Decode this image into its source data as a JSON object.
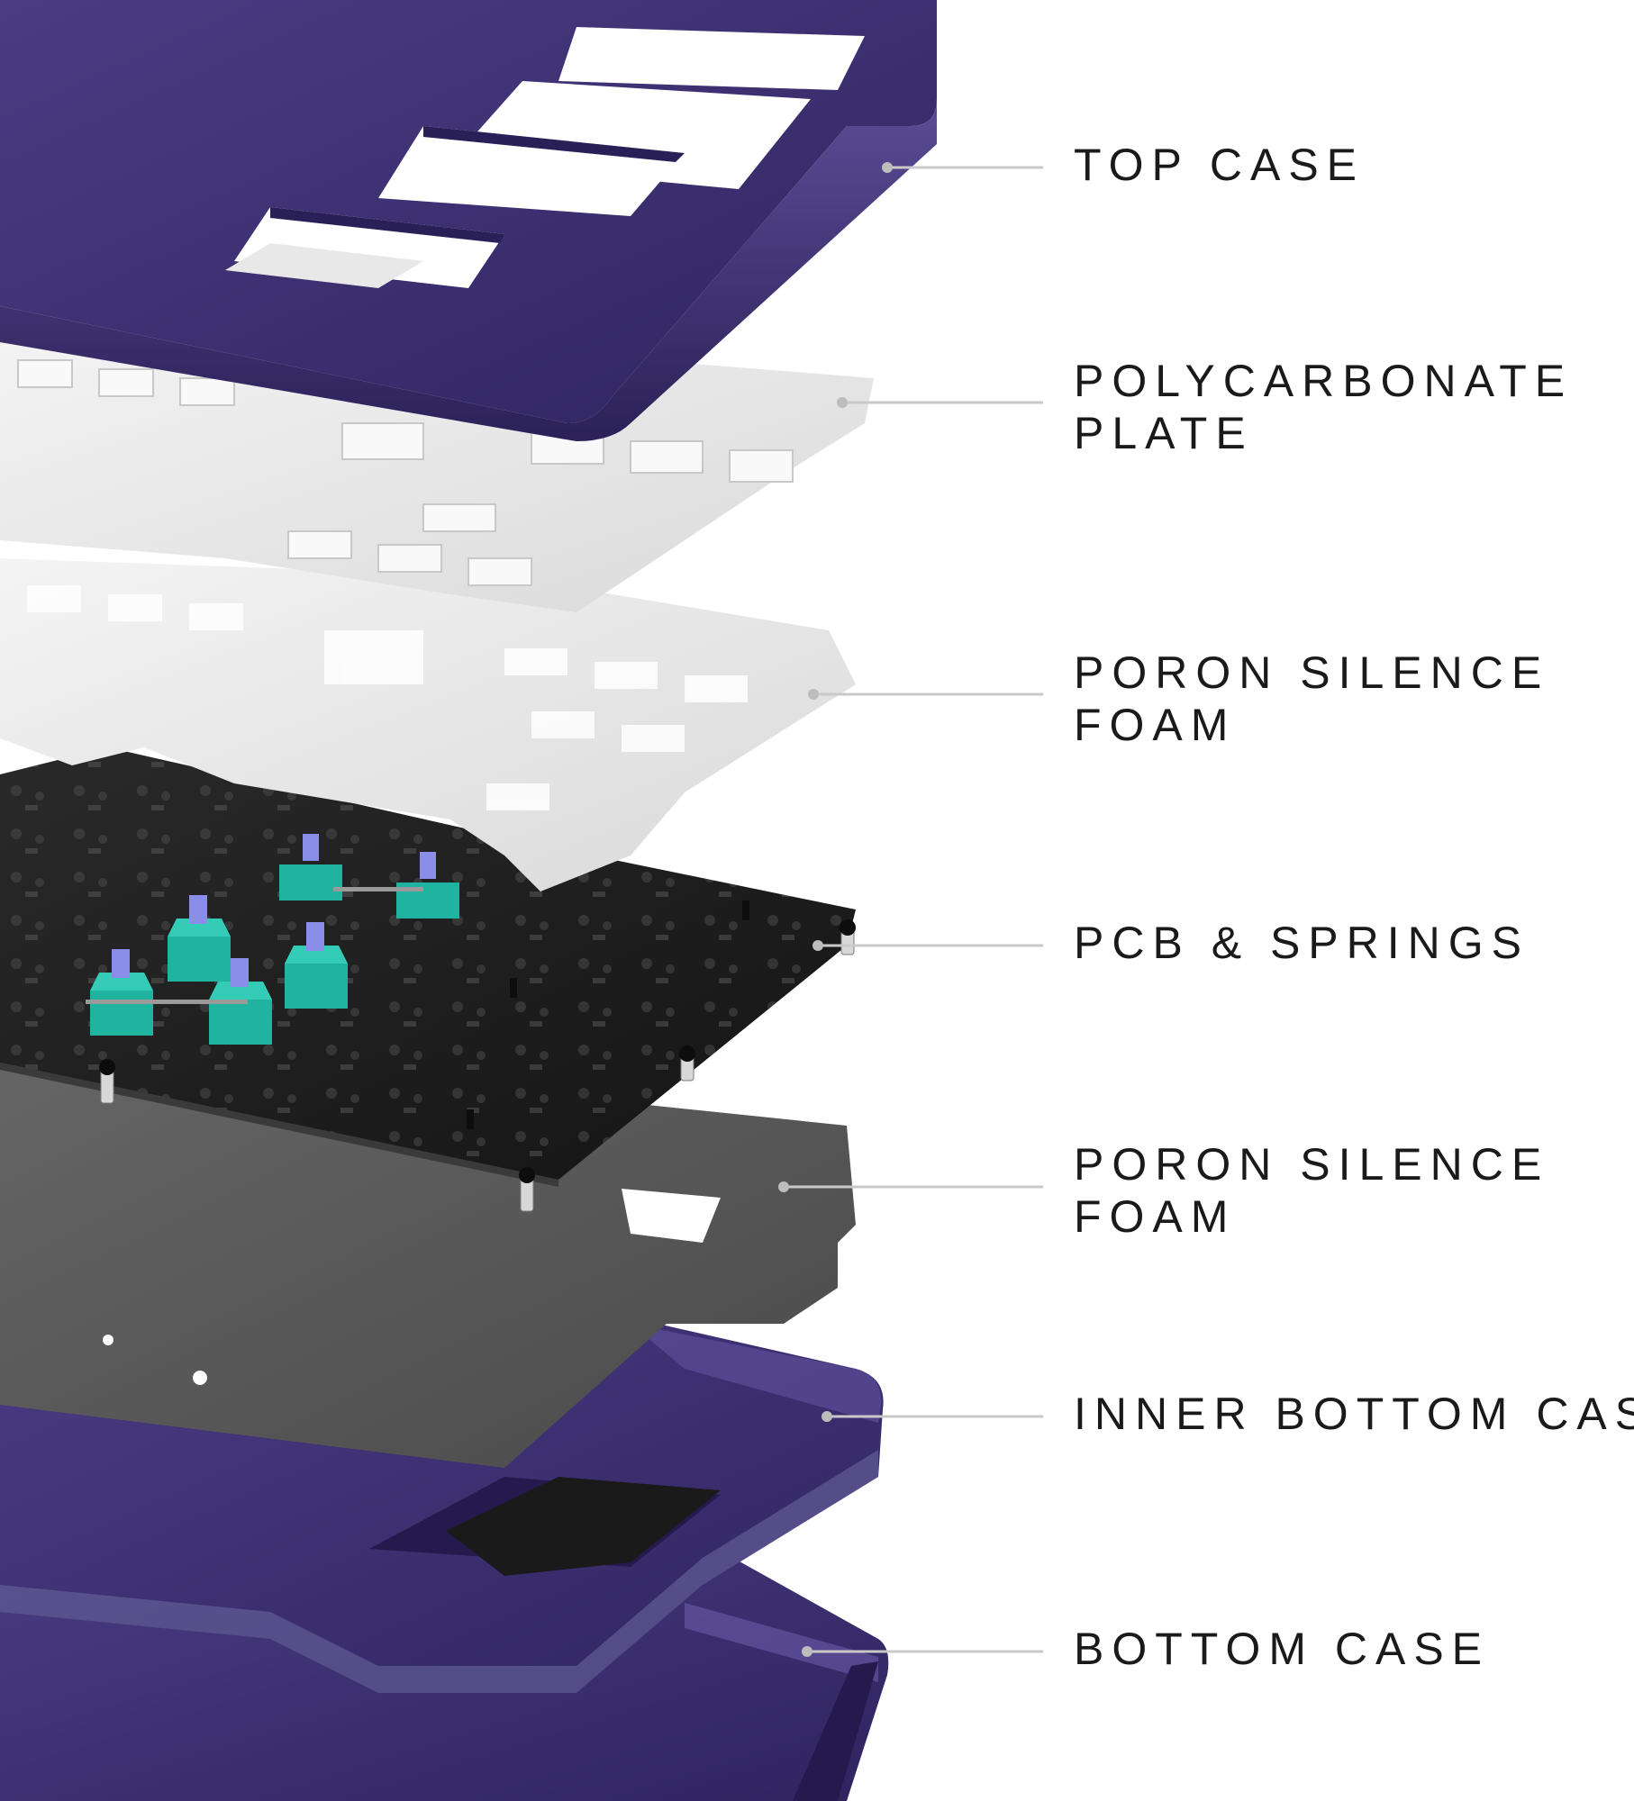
{
  "colors": {
    "case_purple": "#3b2e6e",
    "case_purple_dark": "#271d4e",
    "case_purple_light": "#5a4b92",
    "plate_white": "#eeeeee",
    "foam_light": "#e6e6e6",
    "pcb_black": "#1c1c1c",
    "foam_dark": "#555555",
    "switch_teal": "#1fb3a0",
    "switch_stem": "#8a8ee8",
    "leader_line": "#c9c9c9",
    "label_text": "#1a1a1a"
  },
  "components": [
    {
      "id": "top-case",
      "lines": [
        "TOP CASE"
      ]
    },
    {
      "id": "polycarbonate-plate",
      "lines": [
        "POLYCARBONATE",
        "PLATE"
      ]
    },
    {
      "id": "poron-foam-top",
      "lines": [
        "PORON SILENCE",
        "FOAM"
      ]
    },
    {
      "id": "pcb-springs",
      "lines": [
        "PCB & SPRINGS"
      ]
    },
    {
      "id": "poron-foam-bottom",
      "lines": [
        "PORON SILENCE",
        "FOAM"
      ]
    },
    {
      "id": "inner-bottom-case",
      "lines": [
        "INNER BOTTOM CASE"
      ]
    },
    {
      "id": "bottom-case",
      "lines": [
        "BOTTOM CASE"
      ]
    }
  ]
}
